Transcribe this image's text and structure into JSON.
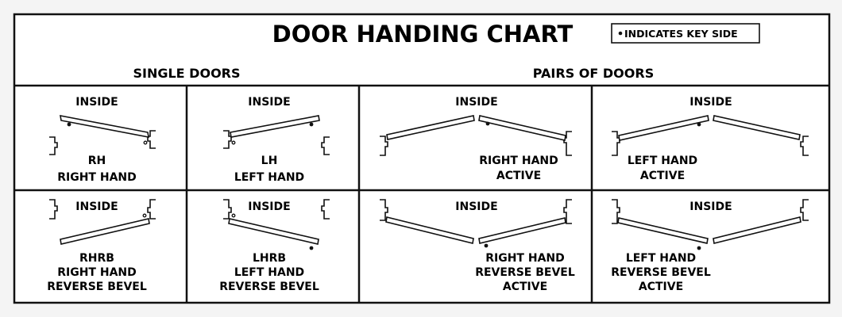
{
  "title": "DOOR HANDING CHART",
  "legend": {
    "label": "INDICATES KEY SIDE"
  },
  "sections": {
    "single": "SINGLE DOORS",
    "pairs": "PAIRS OF DOORS"
  },
  "inside_label": "INSIDE",
  "cells": [
    {
      "id": "rh",
      "lines": [
        "RH",
        "RIGHT HAND"
      ]
    },
    {
      "id": "lh",
      "lines": [
        "LH",
        "LEFT HAND"
      ]
    },
    {
      "id": "rha",
      "lines": [
        "RIGHT HAND",
        "ACTIVE"
      ]
    },
    {
      "id": "lha",
      "lines": [
        "LEFT HAND",
        "ACTIVE"
      ]
    },
    {
      "id": "rhrb",
      "lines": [
        "RHRB",
        "RIGHT HAND",
        "REVERSE BEVEL"
      ]
    },
    {
      "id": "lhrb",
      "lines": [
        "LHRB",
        "LEFT HAND",
        "REVERSE BEVEL"
      ]
    },
    {
      "id": "rhrba",
      "lines": [
        "RIGHT HAND",
        "REVERSE BEVEL",
        "ACTIVE"
      ]
    },
    {
      "id": "lhrba",
      "lines": [
        "LEFT HAND",
        "REVERSE BEVEL",
        "ACTIVE"
      ]
    }
  ]
}
